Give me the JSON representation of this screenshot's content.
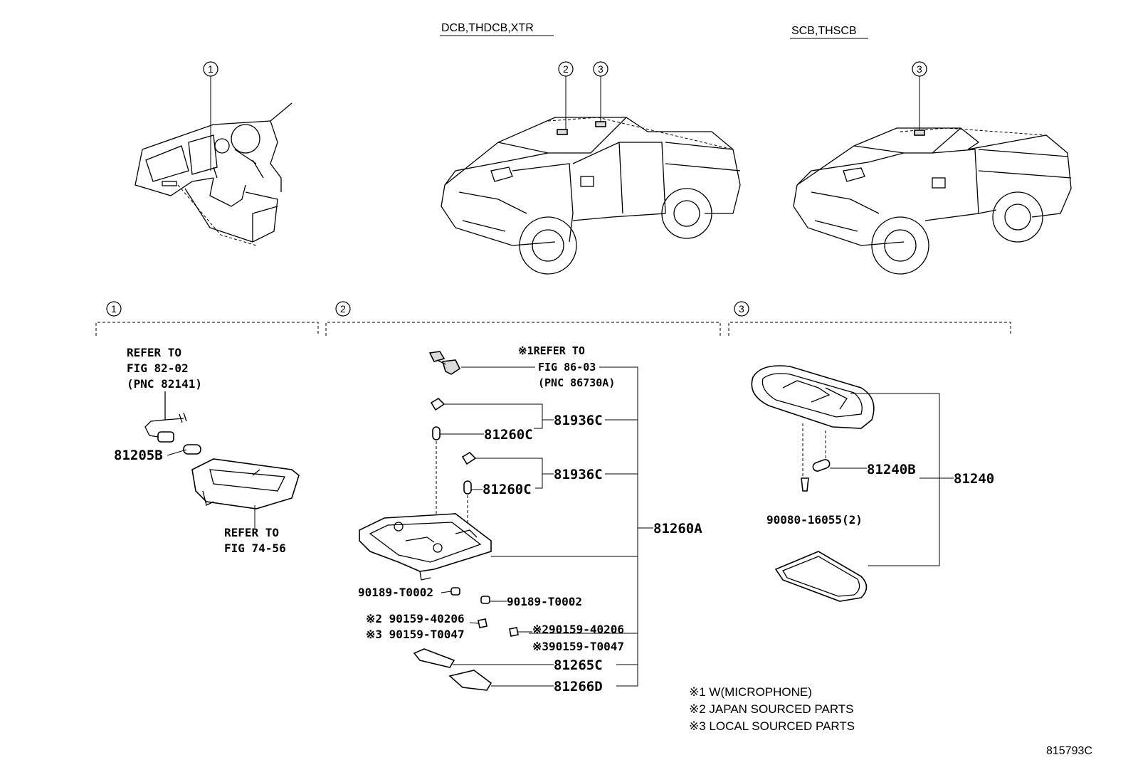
{
  "headers": {
    "left_variant": "DCB,THDCB,XTR",
    "right_variant": "SCB,THSCB"
  },
  "callouts": {
    "c1": "1",
    "c2": "2",
    "c3": "3"
  },
  "section1": {
    "refer_a": [
      "REFER TO",
      "FIG 82-02",
      "(PNC 82141)"
    ],
    "part_bulb": "81205B",
    "refer_b": [
      "REFER TO",
      "FIG 74-56"
    ]
  },
  "section2": {
    "refer_line1": "※1REFER TO",
    "refer_line2": "FIG 86-03",
    "refer_line3": "(PNC 86730A)",
    "p81936c_a": "81936C",
    "p81260c_a": "81260C",
    "p81936c_b": "81936C",
    "p81260c_b": "81260C",
    "p81260a": "81260A",
    "p90189_left": "90189-T0002",
    "p90189_right": "90189-T0002",
    "p90159_left_2": "※2 90159-40206",
    "p90159_left_3": "※3 90159-T0047",
    "p90159_right_2": "※290159-40206",
    "p90159_right_3": "※390159-T0047",
    "p81265c": "81265C",
    "p81266d": "81266D"
  },
  "section3": {
    "p81240b": "81240B",
    "p81240": "81240",
    "p90080": "90080-16055(2)"
  },
  "notes": [
    "※1 W(MICROPHONE)",
    "※2 JAPAN SOURCED PARTS",
    "※3 LOCAL SOURCED PARTS"
  ],
  "figure_id": "815793C"
}
